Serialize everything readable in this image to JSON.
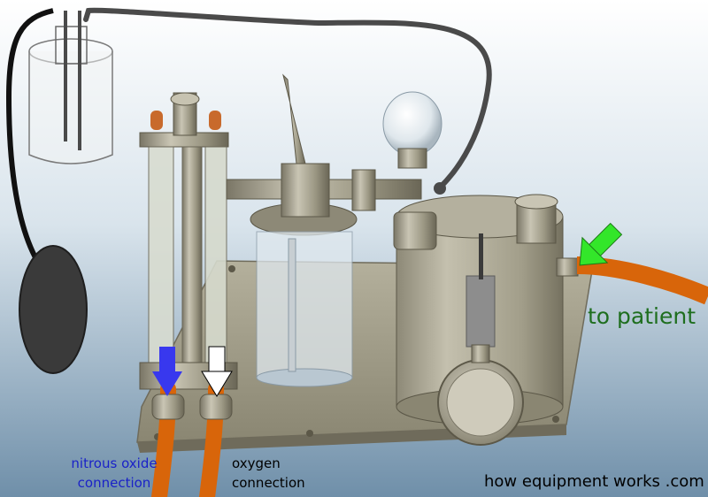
{
  "labels": {
    "nitrous_oxide": {
      "line1": "nitrous oxide",
      "line2": "connection"
    },
    "oxygen": {
      "line1": "oxygen",
      "line2": "connection"
    },
    "to_patient": "to patient",
    "site": "how equipment works .com"
  },
  "colors": {
    "background": "#6f8fa9",
    "nitrous_label": "#1a22c8",
    "oxygen_label": "#000000",
    "patient_label": "#1e6e1e",
    "site_label": "#000000",
    "tubing": "#d8650a",
    "arrow_nitrous": "#3838ee",
    "arrow_oxygen": "#ffffff",
    "arrow_patient": "#33e62a",
    "reservoir_bag": "#3a3a3a",
    "metal": "#a7a391"
  }
}
